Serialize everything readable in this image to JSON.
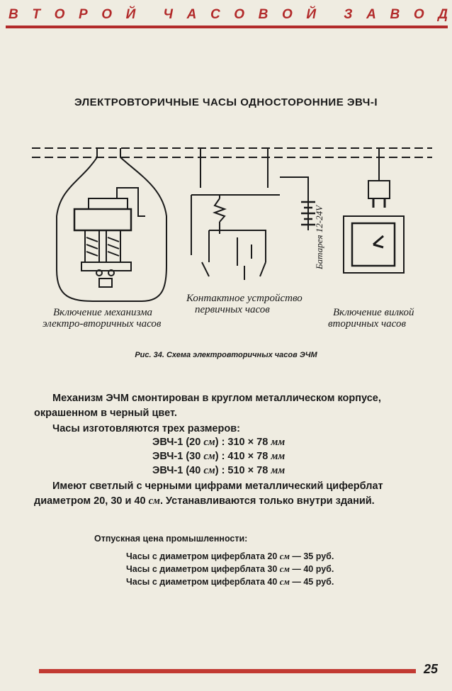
{
  "header": {
    "letters": [
      "В",
      "Т",
      "О",
      "Р",
      "О",
      "Й",
      "",
      "Ч",
      "А",
      "С",
      "О",
      "В",
      "О",
      "Й",
      "",
      "З",
      "А",
      "В",
      "О",
      "Д"
    ]
  },
  "title": "ЭЛЕКТРОВТОРИЧНЫЕ ЧАСЫ ОДНОСТОРОННИЕ ЭВЧ-I",
  "diagram": {
    "label_left_1": "Включение механизма",
    "label_left_2": "электро-вторичных часов",
    "label_mid_1": "Контактное устройство",
    "label_mid_2": "первичных часов",
    "label_right_1": "Включение вилкой",
    "label_right_2": "вторичных часов",
    "battery_label": "Батарея 12-24V"
  },
  "caption": "Рис. 34. Схема электровторичных часов ЭЧМ",
  "text": {
    "p1_line1": "Механизм ЭЧМ смонтирован в круглом металлическом корпусе,",
    "p1_line2": "окрашенном в черный цвет.",
    "p2": "Часы изготовляются трех размеров:",
    "sizes": [
      {
        "model": "ЭВЧ-1 (20 ",
        "unit1": "см",
        "dims": ") : 310 × 78 ",
        "unit2": "мм"
      },
      {
        "model": "ЭВЧ-1 (30 ",
        "unit1": "см",
        "dims": ") : 410 × 78 ",
        "unit2": "мм"
      },
      {
        "model": "ЭВЧ-1 (40 ",
        "unit1": "см",
        "dims": ") : 510 × 78 ",
        "unit2": "мм"
      }
    ],
    "p3_line1": "Имеют светлый с черными цифрами металлический циферблат",
    "p3_line2a": "диаметром 20, 30 и 40 ",
    "p3_unit": "см",
    "p3_line2b": ". Устанавливаются только внутри зданий."
  },
  "prices": {
    "title": "Отпускная цена промышленности:",
    "rows": [
      {
        "pre": "Часы с диаметром циферблата 20 ",
        "unit": "см",
        "post": " — 35 руб."
      },
      {
        "pre": "Часы с диаметром циферблата 30 ",
        "unit": "см",
        "post": " — 40 руб."
      },
      {
        "pre": "Часы с диаметром циферблата 40 ",
        "unit": "см",
        "post": " — 45 руб."
      }
    ]
  },
  "page_number": "25",
  "colors": {
    "accent": "#b22a2a",
    "paper": "#efece1"
  }
}
